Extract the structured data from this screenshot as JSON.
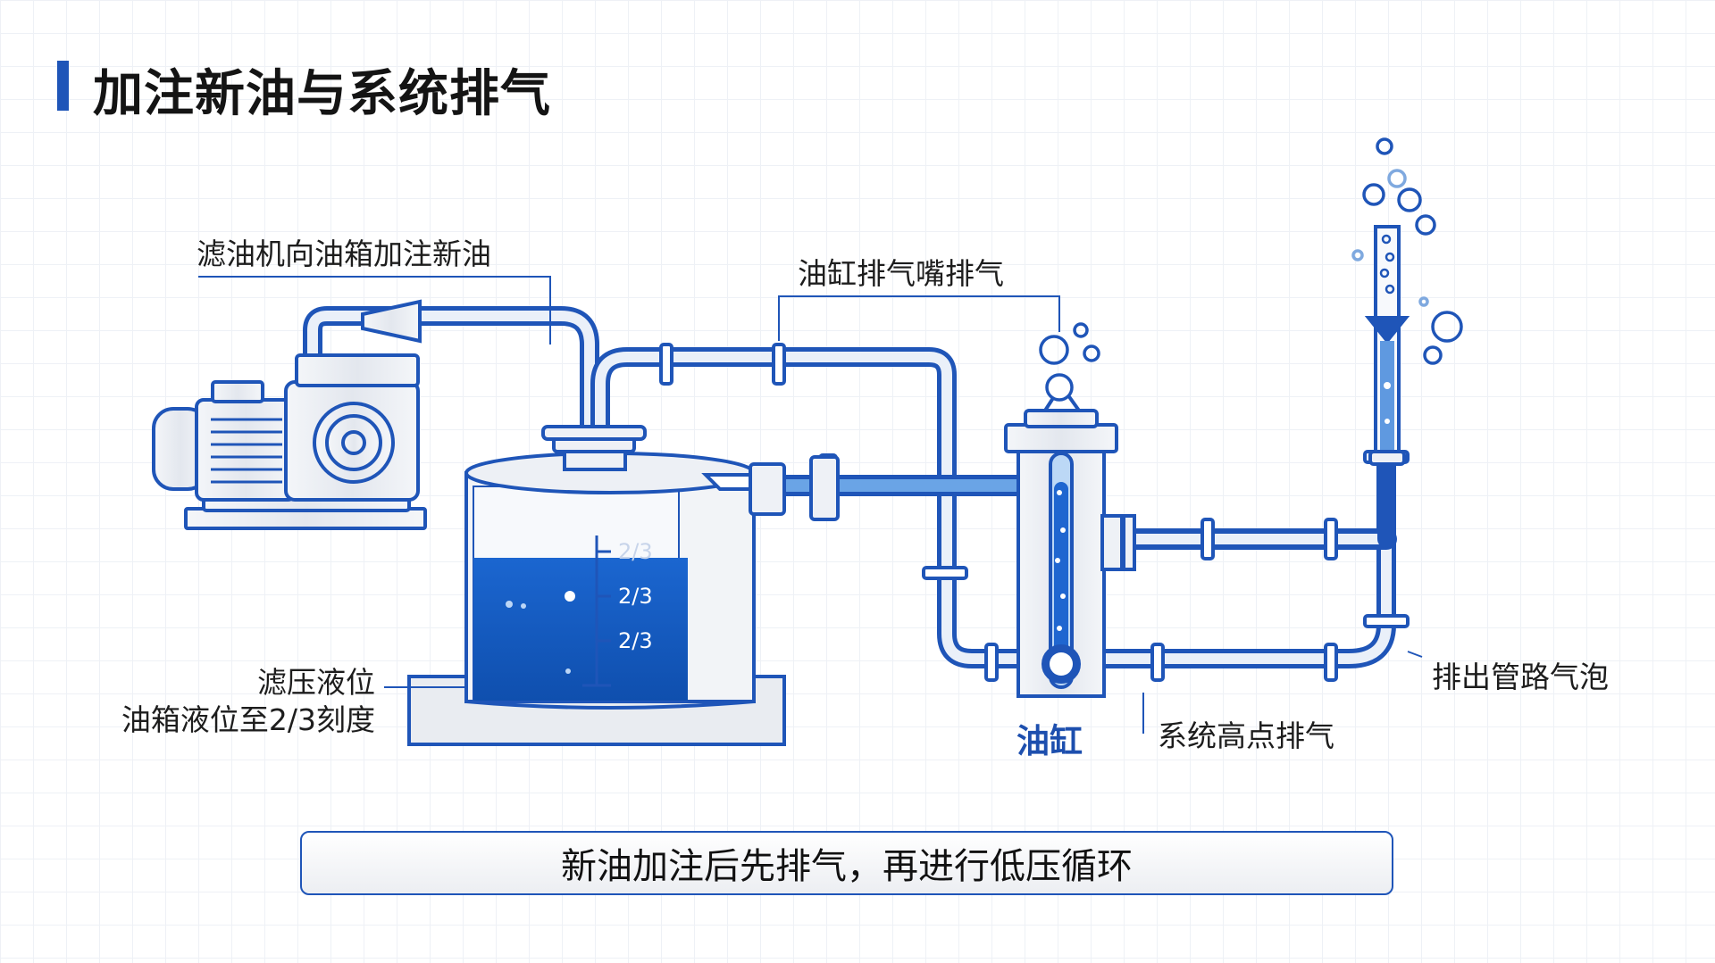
{
  "title": "加注新油与系统排气",
  "labels": {
    "fill": "滤油机向油箱加注新油",
    "cylinder_bleed": "油缸排气嘴排气",
    "level_line1": "滤压液位",
    "level_line2": "油箱液位至2/3刻度",
    "cylinder": "油缸",
    "high_point": "系统高点排气",
    "discharge": "排出管路气泡"
  },
  "tank_scale": [
    "2/3",
    "2/3",
    "2/3"
  ],
  "summary": "新油加注后先排气，再进行低压循环",
  "colors": {
    "accent": "#1f55b8",
    "pipe": "#1f55b8",
    "oil": "#1d62c8",
    "metal": "#e9ecf1"
  }
}
